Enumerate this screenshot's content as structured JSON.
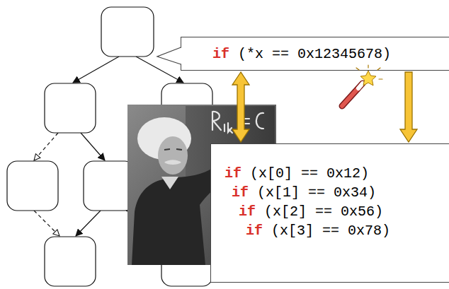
{
  "diagram": {
    "nodes": [
      {
        "text": [
          "if (*x == 0x12345678)"
        ]
      },
      {
        "text": [
          "if (x[0] == 0x12)",
          "if (x[1] == 0x34)",
          "if (x[2] == 0x56)",
          "if (x[3] == 0x78)"
        ]
      }
    ],
    "edges": [
      {
        "from": 0,
        "to": 1,
        "arrow": "both"
      },
      {
        "from": 0,
        "to": 1,
        "arrow": "to"
      }
    ]
  }
}
